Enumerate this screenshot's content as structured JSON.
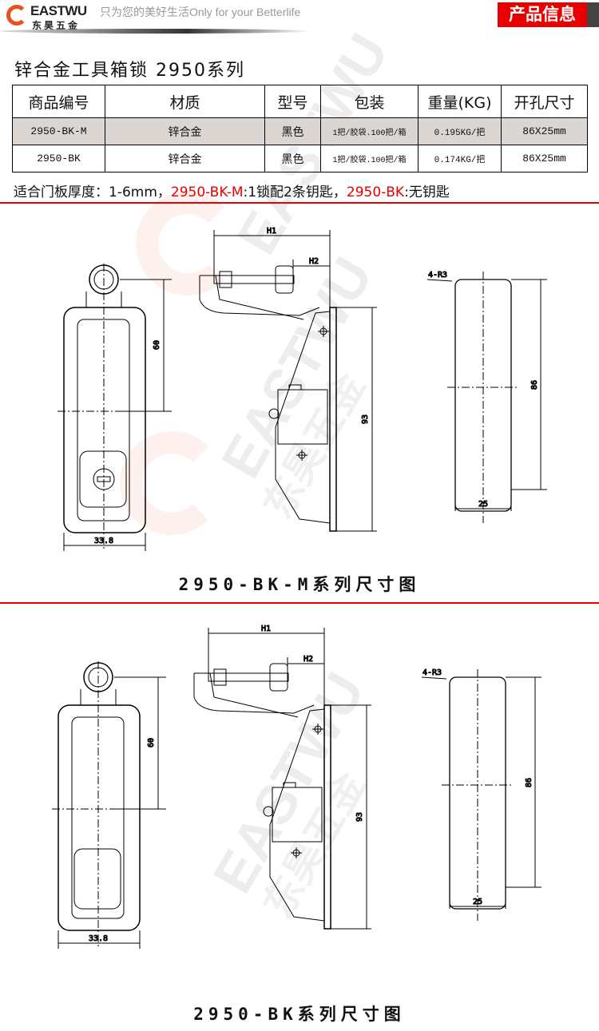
{
  "header": {
    "logo_en": "EASTWU",
    "logo_cn": "东昊五金",
    "slogan": "只为您的美好生活Only for your Betterlife",
    "badge": "产品信息"
  },
  "title": "锌合金工具箱锁 2950系列",
  "table": {
    "headers": [
      "商品编号",
      "材质",
      "型号",
      "包装",
      "重量(KG)",
      "开孔尺寸"
    ],
    "rows": [
      [
        "2950-BK-M",
        "锌合金",
        "黑色",
        "1把/胶袋.100把/箱",
        "0.195KG/把",
        "86X25mm"
      ],
      [
        "2950-BK",
        "锌合金",
        "黑色",
        "1把/胶袋.100把/箱",
        "0.174KG/把",
        "86X25mm"
      ]
    ]
  },
  "note": {
    "prefix": "适合门板厚度：1-6mm，",
    "m_model": "2950-BK-M",
    "m_desc": ":1锁配2条钥匙，",
    "bk_model": "2950-BK",
    "bk_desc": ":无钥匙"
  },
  "drawings": [
    {
      "caption": "2950-BK-M系列尺寸图",
      "dims": {
        "h1": "H1",
        "h2": "H2",
        "radius": "4-R3",
        "d60": "60",
        "d93": "93",
        "d86": "86",
        "d25": "25",
        "d338": "33.8"
      }
    },
    {
      "caption": "2950-BK系列尺寸图",
      "dims": {
        "h1": "H1",
        "h2": "H2",
        "radius": "4-R3",
        "d60": "60",
        "d93": "93",
        "d86": "86",
        "d25": "25",
        "d338": "33.8"
      }
    }
  ],
  "colors": {
    "accent": "#e60000",
    "logo": "#e8501c",
    "row_shade": "#dcd6d2"
  }
}
